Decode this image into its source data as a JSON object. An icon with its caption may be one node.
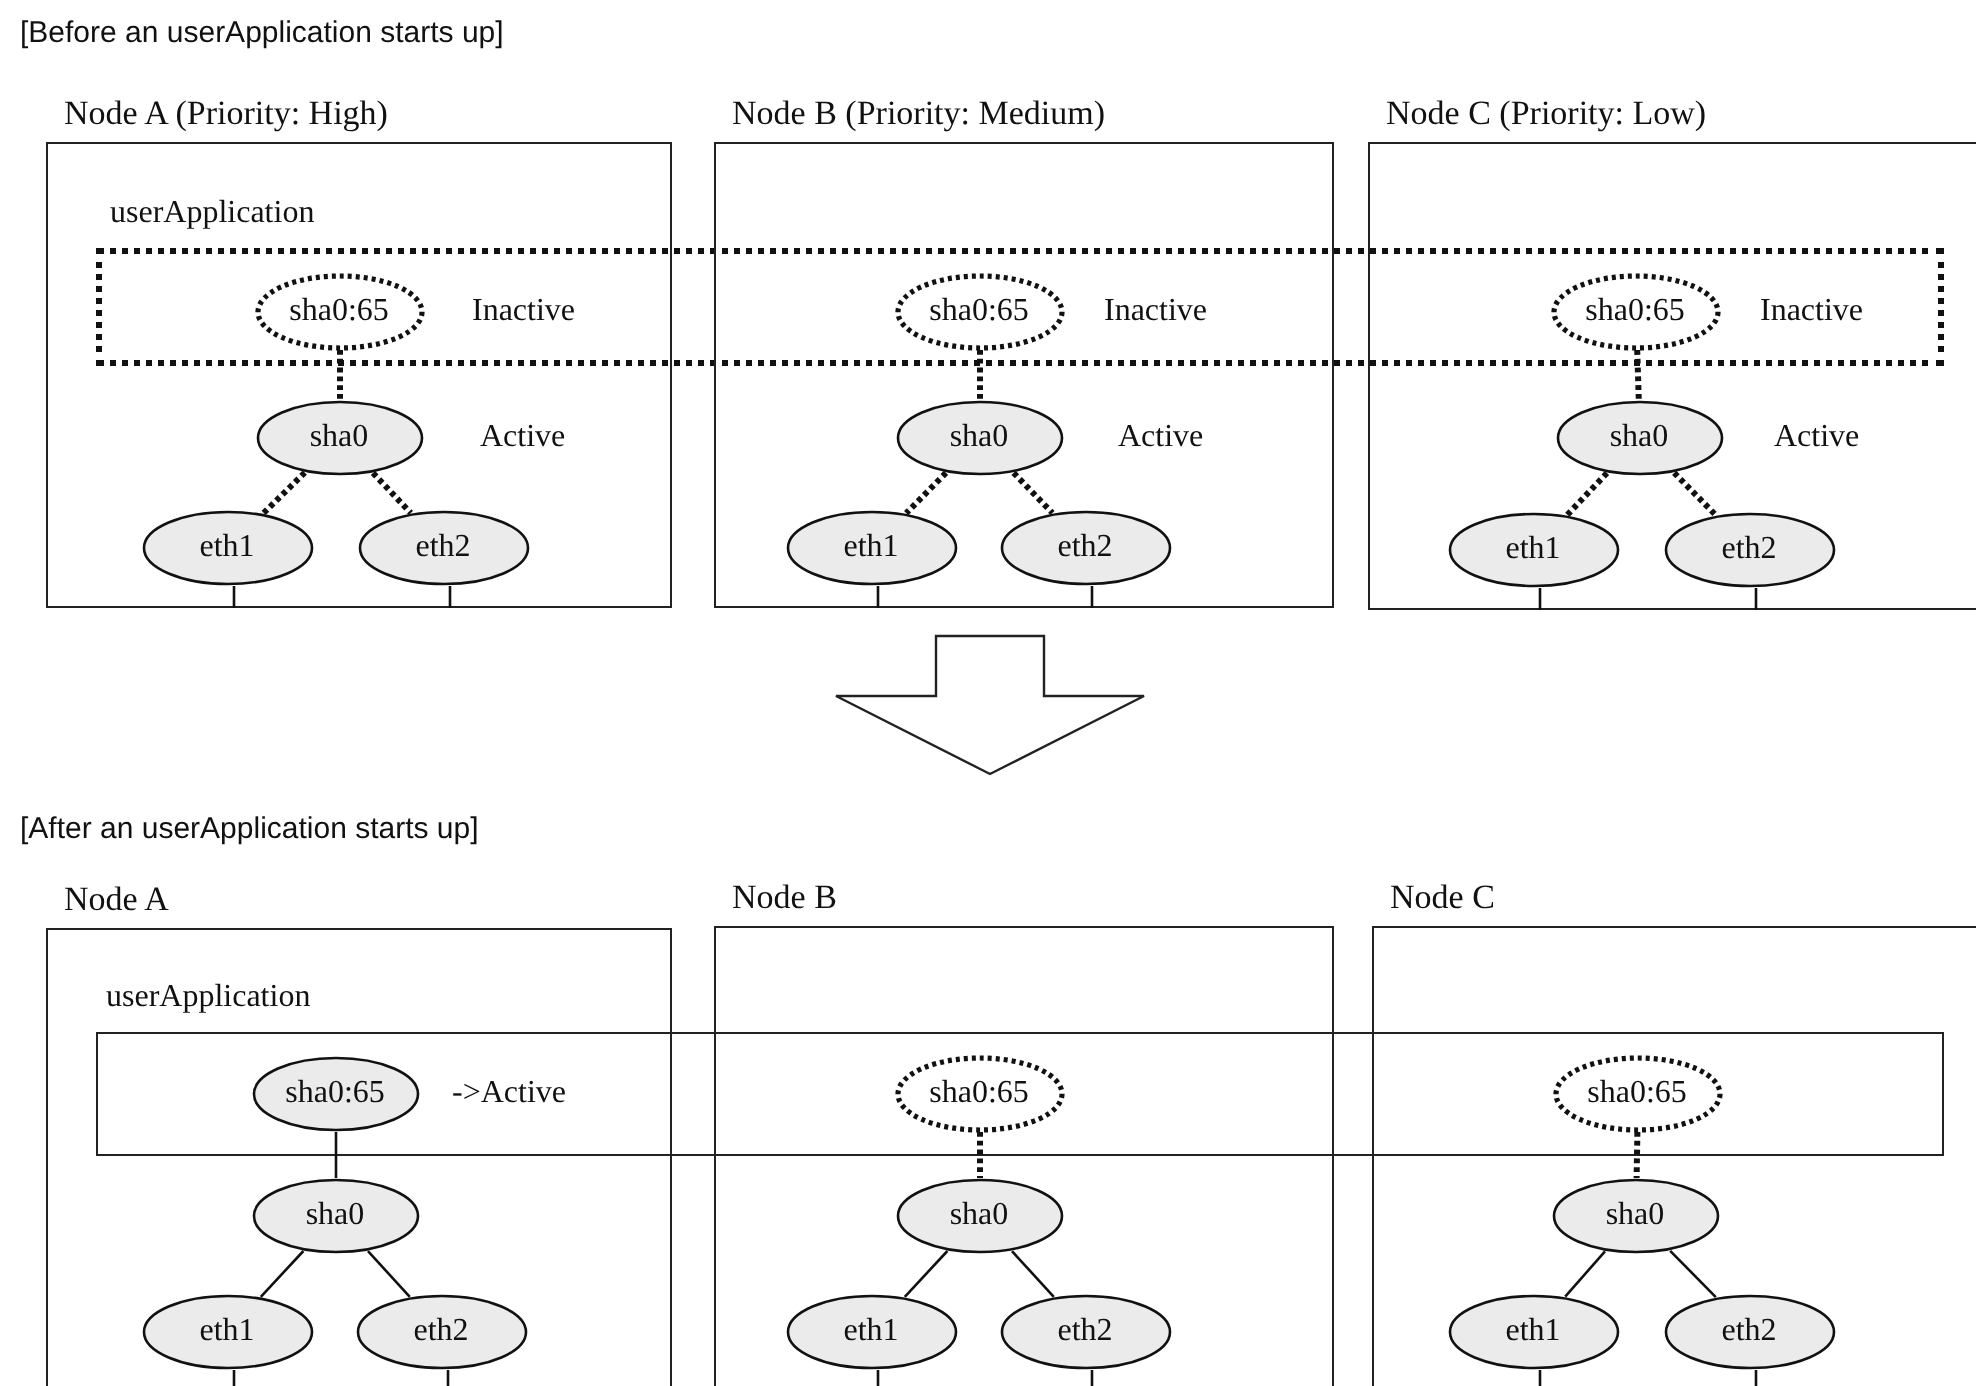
{
  "diagram": {
    "nodes": [
      {
        "text": [
          "Node A (Priority: High)"
        ]
      },
      {
        "text": [
          "Node B (Priority: Medium)"
        ]
      },
      {
        "text": [
          "Node C (Priority: Low)"
        ]
      },
      {
        "text": [
          "sha0:65"
        ],
        "in": 0
      },
      {
        "text": [
          "sha0:65"
        ],
        "in": 1
      },
      {
        "text": [
          "sha0:65"
        ],
        "in": 2
      },
      {
        "text": [
          "sha0"
        ],
        "in": 0,
        "beside": [
          "Active"
        ]
      },
      {
        "text": [
          "eth1"
        ],
        "in": 0
      },
      {
        "text": [
          "eth2"
        ],
        "in": 0
      },
      {
        "text": [
          "sha0"
        ],
        "in": 1,
        "beside": [
          "Active"
        ]
      },
      {
        "text": [
          "eth1"
        ],
        "in": 1
      },
      {
        "text": [
          "eth2"
        ],
        "in": 1
      },
      {
        "text": [
          "sha0"
        ],
        "in": 2,
        "beside": [
          "Active"
        ]
      },
      {
        "text": [
          "eth1"
        ],
        "in": 2
      },
      {
        "text": [
          "eth2"
        ],
        "in": 2
      },
      {
        "text": [
          "Node A"
        ]
      },
      {
        "text": [
          "Node B"
        ]
      },
      {
        "text": [
          "Node C"
        ]
      },
      {
        "text": [
          "sha0:65"
        ],
        "in": 15
      },
      {
        "text": [
          "sha0:65"
        ],
        "in": 16
      },
      {
        "text": [
          "sha0:65"
        ],
        "in": 17
      },
      {
        "text": [
          "sha0"
        ],
        "in": 15
      },
      {
        "text": [
          "eth1"
        ],
        "in": 15
      },
      {
        "text": [
          "eth2"
        ],
        "in": 15
      },
      {
        "text": [
          "sha0"
        ],
        "in": 16
      },
      {
        "text": [
          "eth1"
        ],
        "in": 16
      },
      {
        "text": [
          "eth2"
        ],
        "in": 16
      },
      {
        "text": [
          "sha0"
        ],
        "in": 17
      },
      {
        "text": [
          "eth1"
        ],
        "in": 17
      },
      {
        "text": [
          "eth2"
        ],
        "in": 17
      }
    ],
    "edges": [
      {
        "from": 3,
        "to": 6,
        "arrow": "none",
        "style": "dashed"
      },
      {
        "from": 6,
        "to": 7,
        "arrow": "none",
        "style": "dashed"
      },
      {
        "from": 6,
        "to": 8,
        "arrow": "none",
        "style": "dashed"
      },
      {
        "from": 4,
        "to": 9,
        "arrow": "none",
        "style": "dashed"
      },
      {
        "from": 9,
        "to": 10,
        "arrow": "none",
        "style": "dashed"
      },
      {
        "from": 9,
        "to": 11,
        "arrow": "none",
        "style": "dashed"
      },
      {
        "from": 5,
        "to": 12,
        "arrow": "none",
        "style": "dashed"
      },
      {
        "from": 12,
        "to": 13,
        "arrow": "none",
        "style": "dashed"
      },
      {
        "from": 12,
        "to": 14,
        "arrow": "none",
        "style": "dashed"
      },
      {
        "from": 18,
        "to": 21,
        "arrow": "none"
      },
      {
        "from": 21,
        "to": 22,
        "arrow": "none"
      },
      {
        "from": 21,
        "to": 23,
        "arrow": "none"
      },
      {
        "from": 19,
        "to": 24,
        "arrow": "none",
        "style": "dashed"
      },
      {
        "from": 24,
        "to": 25,
        "arrow": "none"
      },
      {
        "from": 24,
        "to": 26,
        "arrow": "none"
      },
      {
        "from": 20,
        "to": 27,
        "arrow": "none",
        "style": "dashed"
      },
      {
        "from": 27,
        "to": 28,
        "arrow": "none"
      },
      {
        "from": 27,
        "to": 29,
        "arrow": "none"
      }
    ],
    "labels": [
      "[Before an userApplication starts up]",
      "userApplication",
      "Inactive",
      "Inactive",
      "Inactive",
      "[After an userApplication starts up]",
      "userApplication",
      "->Active"
    ]
  }
}
